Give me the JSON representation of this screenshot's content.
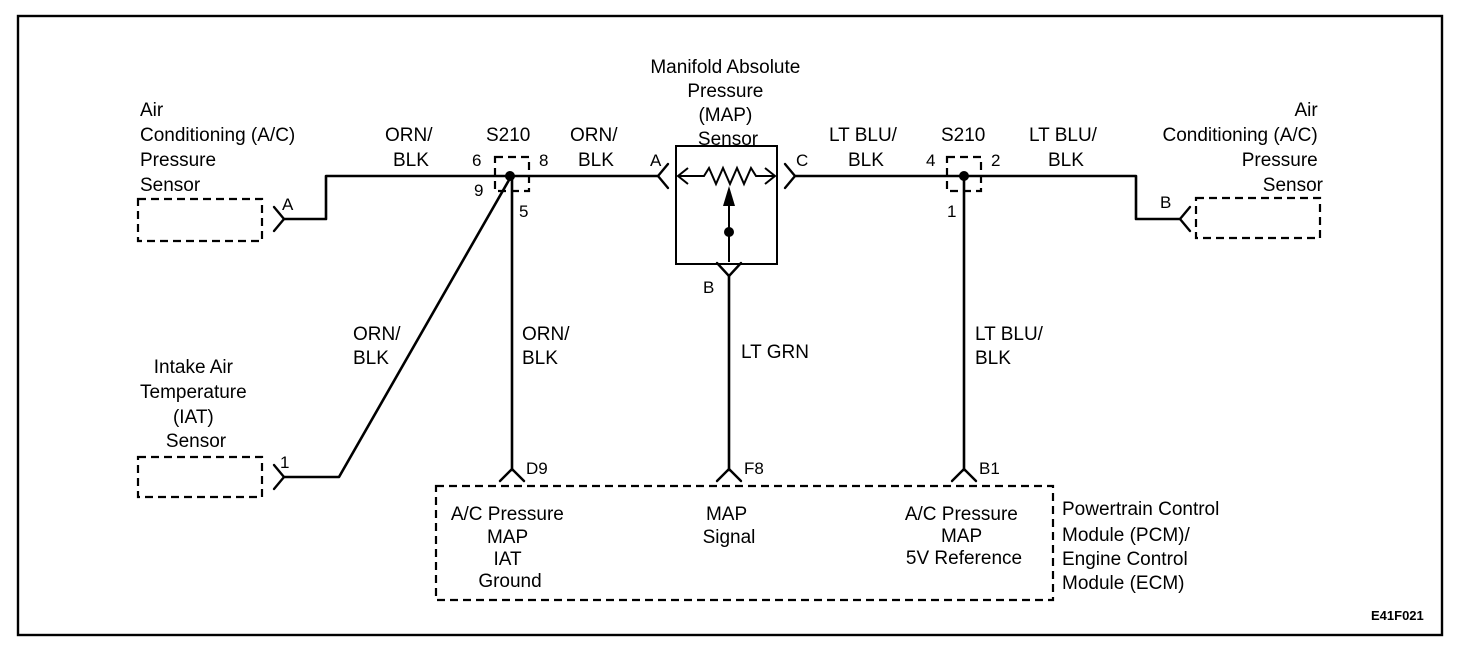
{
  "figure_code": "E41F021",
  "components": {
    "ac_sensor_left": [
      "Air",
      "Conditioning (A/C)",
      "Pressure",
      "Sensor"
    ],
    "ac_sensor_right": [
      "Air",
      "Conditioning (A/C)",
      "Pressure",
      "Sensor"
    ],
    "map_sensor": [
      "Manifold Absolute",
      "Pressure",
      "(MAP)",
      "Sensor"
    ],
    "iat_sensor": [
      "Intake Air",
      "Temperature",
      "(IAT)",
      "Sensor"
    ],
    "pcm": [
      "Powertrain Control",
      "Module (PCM)/",
      "Engine  Control",
      "Module (ECM)"
    ]
  },
  "pcm_circuits": {
    "d9": [
      "A/C Pressure",
      "MAP",
      "IAT",
      "Ground"
    ],
    "f8": [
      "MAP",
      "Signal"
    ],
    "b1": [
      "A/C Pressure",
      "MAP",
      "5V Reference"
    ]
  },
  "splices": {
    "left": {
      "name": "S210",
      "pins": [
        "6",
        "8",
        "9",
        "5"
      ]
    },
    "right": {
      "name": "S210",
      "pins": [
        "4",
        "2",
        "1"
      ]
    }
  },
  "wires": {
    "orn_blk": [
      "ORN/",
      "BLK"
    ],
    "lt_blu_blk": [
      "LT BLU/",
      "BLK"
    ],
    "lt_grn": "LT GRN"
  },
  "terminals": {
    "ac_left": "A",
    "map_a": "A",
    "map_c": "C",
    "map_b": "B",
    "ac_right": "B",
    "iat": "1",
    "pcm_d9": "D9",
    "pcm_f8": "F8",
    "pcm_b1": "B1"
  }
}
